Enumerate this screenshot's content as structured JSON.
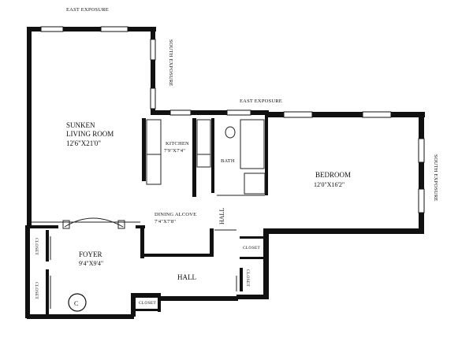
{
  "plan": {
    "exposures": {
      "top": "EAST EXPOSURE",
      "upper_right": "SOUTH EXPOSURE",
      "middle": "EAST EXPOSURE",
      "right": "SOUTH EXPOSURE"
    },
    "rooms": {
      "living": {
        "name_line1": "SUNKEN",
        "name_line2": "LIVING ROOM",
        "size": "12'6\"X21'0\""
      },
      "kitchen": {
        "name": "KITCHEN",
        "size": "7'9\"X7'4\""
      },
      "bath": {
        "name": "BATH"
      },
      "bedroom": {
        "name": "BEDROOM",
        "size": "12'0\"X16'2\""
      },
      "dining": {
        "name": "DINING ALCOVE",
        "size": "7'4\"X7'8\""
      },
      "foyer": {
        "name": "FOYER",
        "size": "9'4\"X9'4\""
      }
    },
    "halls": {
      "main": "HALL",
      "vertical": "HALL"
    },
    "closets": {
      "foyer_left_top": "CLOSET",
      "foyer_left_bottom": "CLOSET",
      "bottom_center": "CLOSET",
      "right_top": "CLOSET",
      "right_bottom": "CLOSET"
    },
    "symbols": {
      "center_marker": "C"
    }
  }
}
